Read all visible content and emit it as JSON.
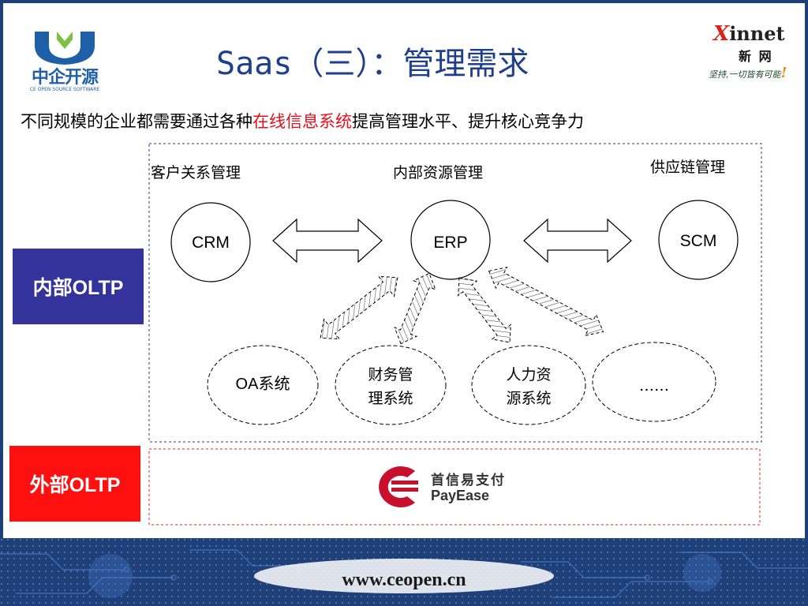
{
  "header": {
    "title": "Saas（三）：管理需求",
    "logo_left": {
      "cn": "中企开源",
      "en": "CE OPEN SOURCE SOFTWARE"
    },
    "logo_right": {
      "brand_x": "X",
      "brand_rest": "innet",
      "sub": "新 网",
      "slogan": "坚持,一切皆有可能",
      "bang": "!"
    }
  },
  "subtitle": {
    "before": "不同规模的企业都需要通过各种",
    "highlight": "在线信息系统",
    "after": "提高管理水平、提升核心竞争力"
  },
  "labels": {
    "internal": "内部OLTP",
    "external": "外部OLTP"
  },
  "zones": {
    "crm": "客户关系管理",
    "erp": "内部资源管理",
    "scm": "供应链管理"
  },
  "nodes": {
    "crm": "CRM",
    "erp": "ERP",
    "scm": "SCM"
  },
  "subsystems": {
    "oa": "OA系统",
    "finance": [
      "财务管",
      "理系统"
    ],
    "hr": [
      "人力资",
      "源系统"
    ],
    "more": "……"
  },
  "payease": {
    "cn": "首信易支付",
    "en": "PayEase"
  },
  "footer": {
    "url": "www.ceopen.cn"
  },
  "colors": {
    "title": "#1f3e8c",
    "highlight": "#e8101a",
    "internal_bg": "#33339b",
    "external_bg": "#ff1010",
    "footer_bg": "#1e3f78"
  }
}
